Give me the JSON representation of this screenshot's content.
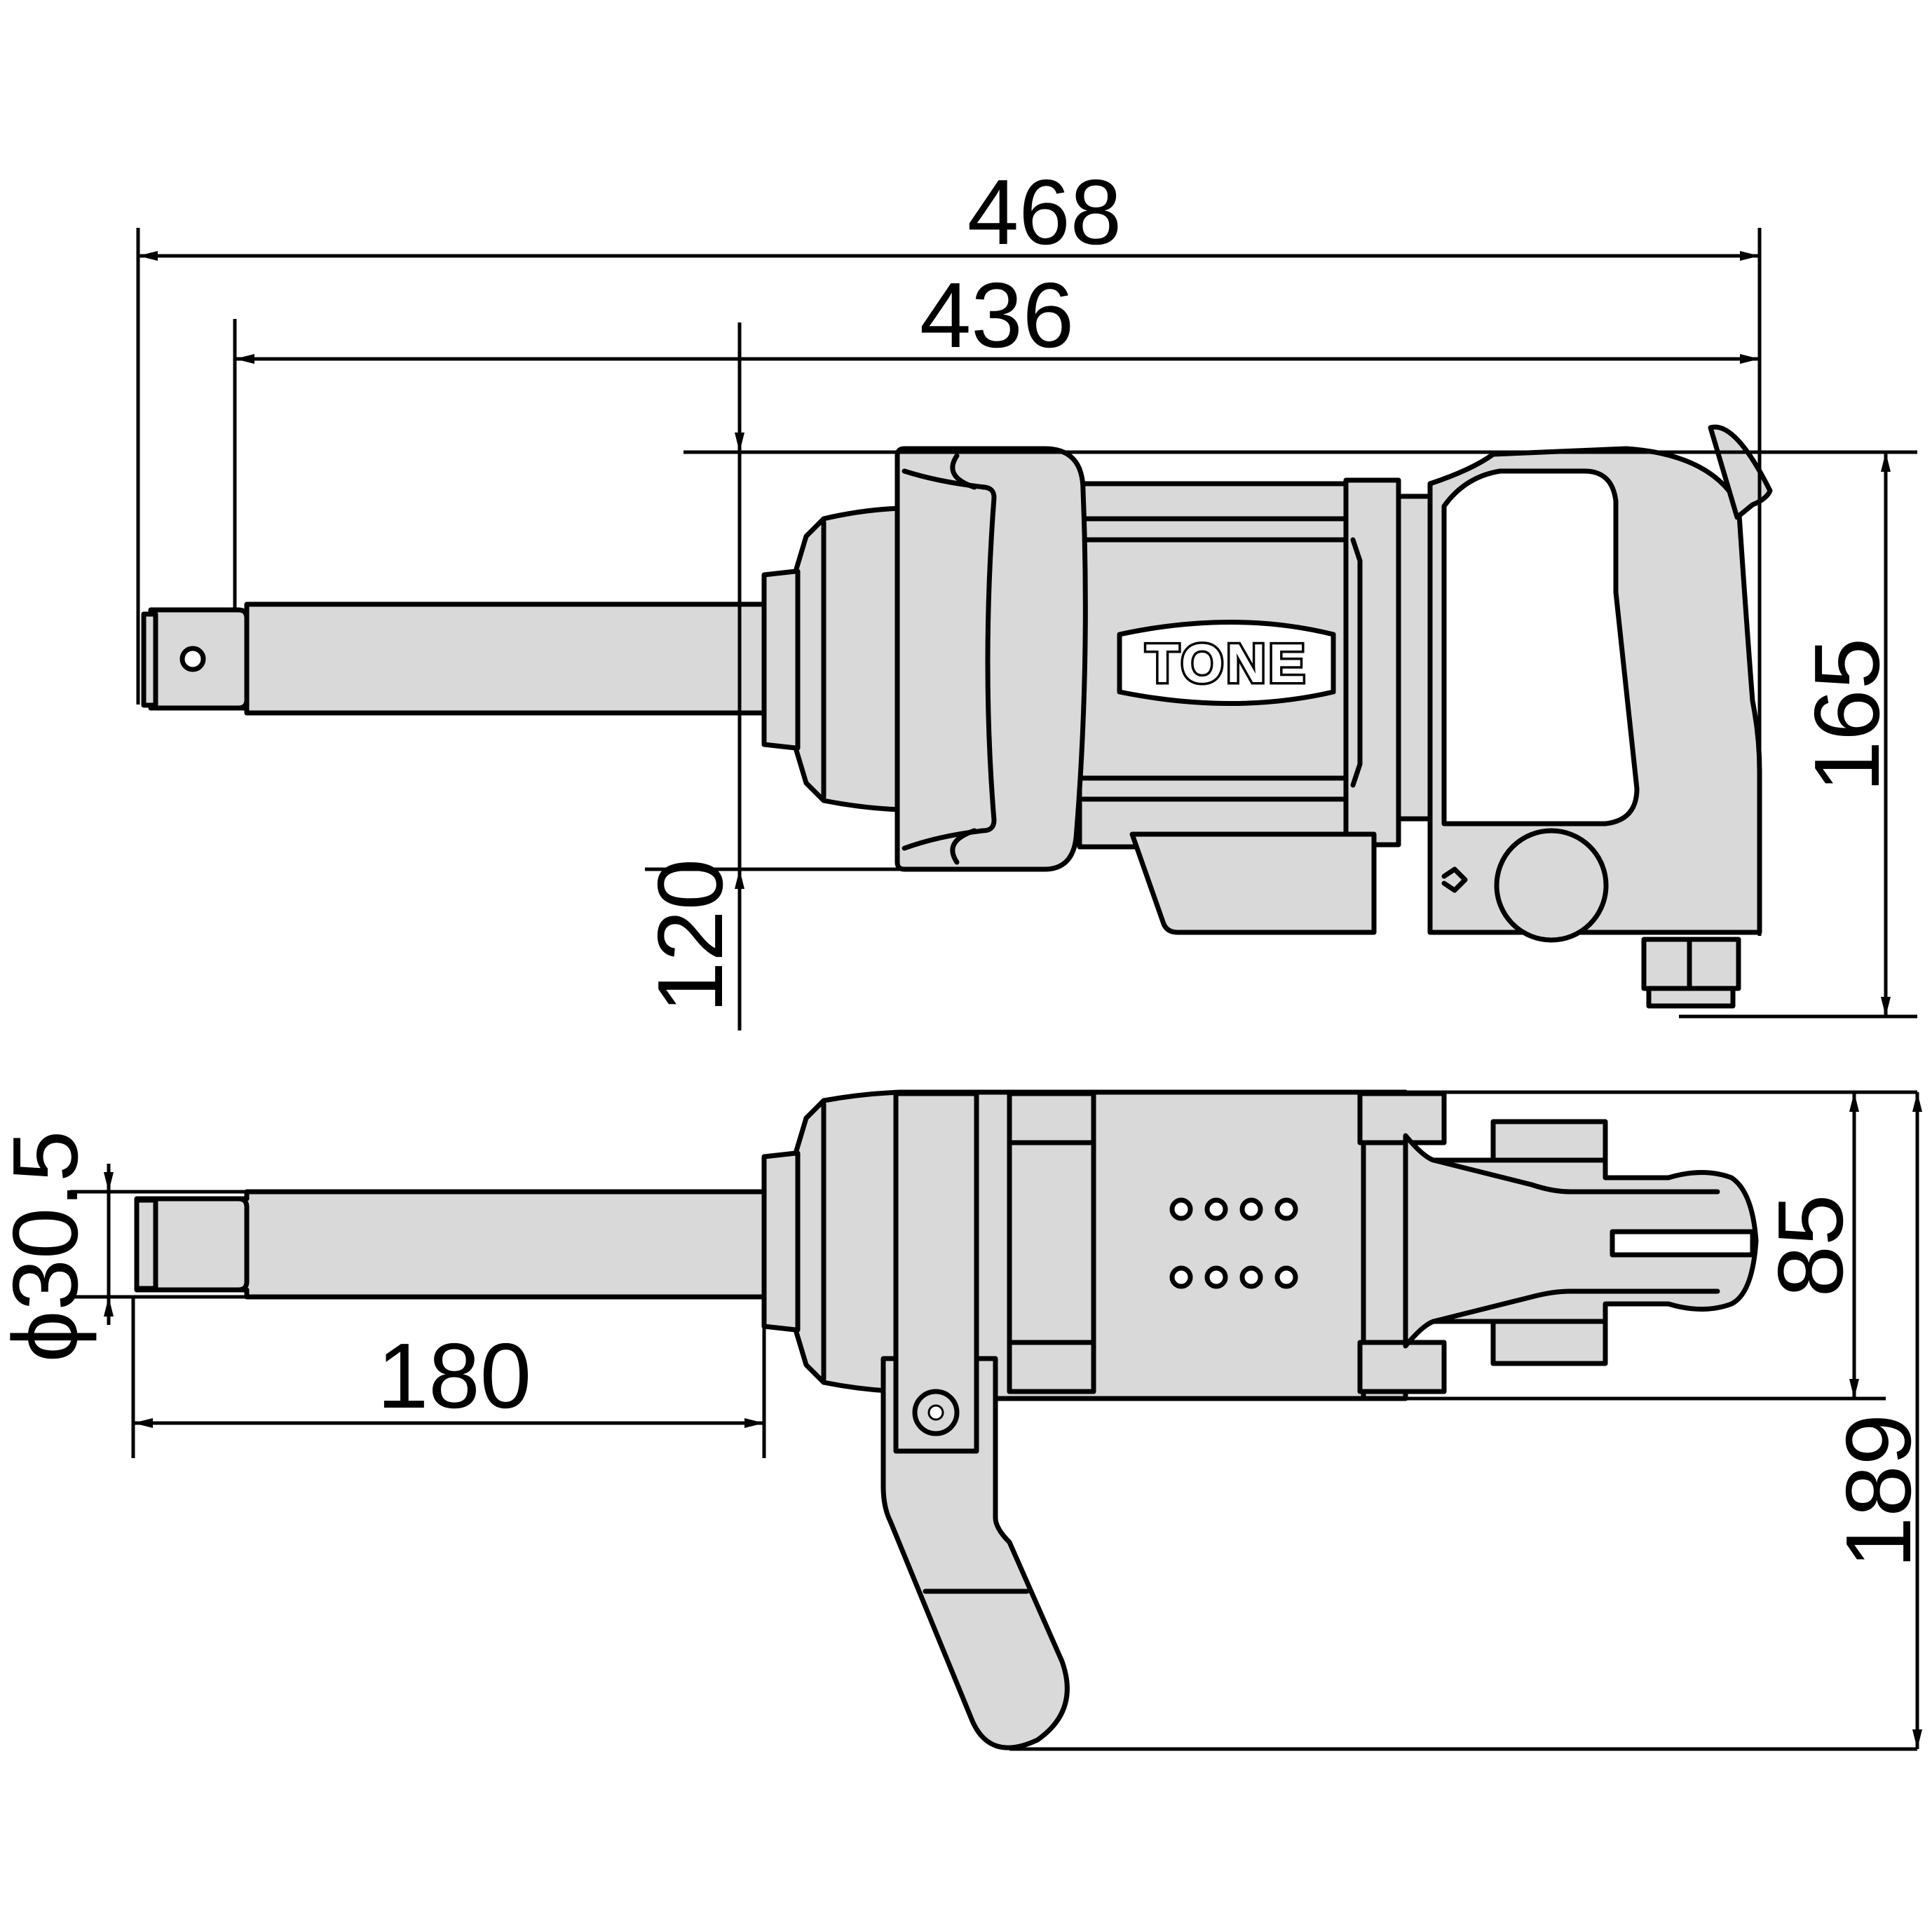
{
  "brand_logo": "TONE",
  "dimensions": {
    "overall_length": "468",
    "body_length": "436",
    "front_height": "120",
    "total_height": "165",
    "anvil_diameter": "ϕ30.5",
    "anvil_length": "180",
    "body_width": "85",
    "total_width": "189"
  },
  "colors": {
    "body_fill": "#d9d9d9",
    "line": "#000000",
    "background": "#ffffff"
  }
}
